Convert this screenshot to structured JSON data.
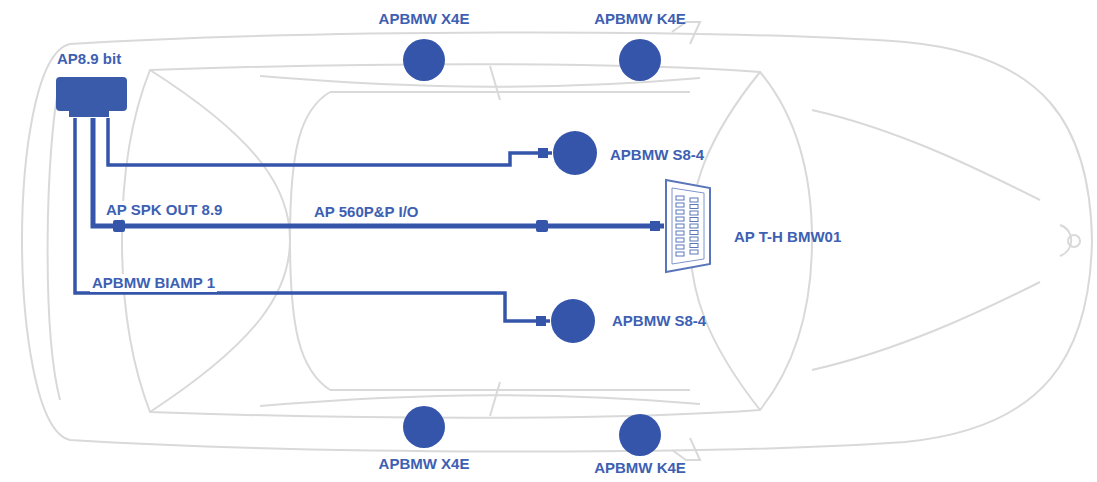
{
  "diagram": {
    "nodes": [
      {
        "text": [
          "AP8.9 bit"
        ]
      },
      {
        "text": [
          "APBMW X4E"
        ]
      },
      {
        "text": [
          "APBMW K4E"
        ]
      },
      {
        "text": [
          "APBMW S8-4"
        ]
      },
      {
        "text": [
          "AP T-H BMW01"
        ]
      },
      {
        "text": [
          "APBMW S8-4"
        ]
      },
      {
        "text": [
          "APBMW X4E"
        ]
      },
      {
        "text": [
          "APBMW K4E"
        ]
      }
    ],
    "edges": [
      {
        "from": 0,
        "to": 3,
        "arrow": "none"
      },
      {
        "from": 0,
        "to": 4,
        "label": "AP 560P&P I/O",
        "arrow": "none"
      },
      {
        "from": 0,
        "to": 5,
        "label": "APBMW BIAMP 1",
        "arrow": "none"
      }
    ],
    "labels": [
      "AP SPK OUT 8.9"
    ]
  }
}
